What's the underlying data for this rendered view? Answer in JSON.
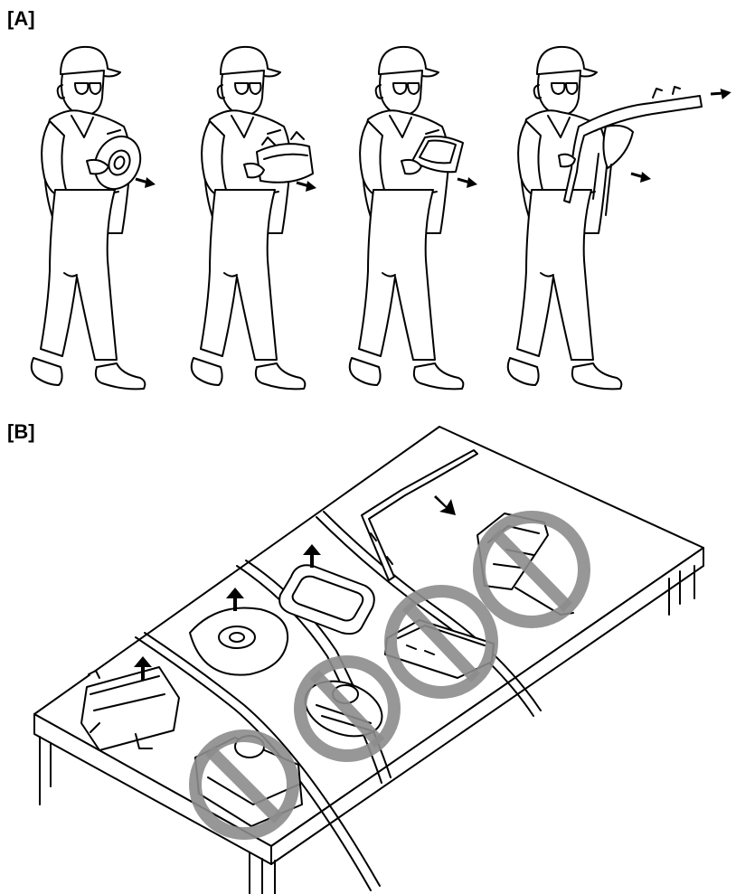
{
  "panels": {
    "a": {
      "label": "[A]"
    },
    "b": {
      "label": "[B]"
    }
  },
  "figures": [
    {
      "item": "steering-wheel-airbag",
      "icon": "technician-carrying-steering-airbag"
    },
    {
      "item": "passenger-airbag",
      "icon": "technician-carrying-passenger-airbag"
    },
    {
      "item": "knee-airbag",
      "icon": "technician-carrying-knee-airbag"
    },
    {
      "item": "curtain-airbag",
      "icon": "technician-carrying-curtain-airbag"
    }
  ],
  "bench_items": [
    {
      "item": "passenger-airbag",
      "orientation": "facing-up",
      "allowed": true
    },
    {
      "item": "steering-wheel-airbag",
      "orientation": "facing-up",
      "allowed": true
    },
    {
      "item": "steering-wheel-airbag",
      "orientation": "facing-down",
      "allowed": false
    },
    {
      "item": "knee-airbag",
      "orientation": "facing-up",
      "allowed": true
    },
    {
      "item": "knee-airbag",
      "orientation": "facing-down",
      "allowed": false
    },
    {
      "item": "curtain-airbag",
      "orientation": "correct",
      "allowed": true
    },
    {
      "item": "curtain-airbag",
      "orientation": "incorrect",
      "allowed": false
    }
  ],
  "colors": {
    "line": "#000000",
    "prohibition_mark": "#8c8c8c",
    "background": "#ffffff"
  }
}
